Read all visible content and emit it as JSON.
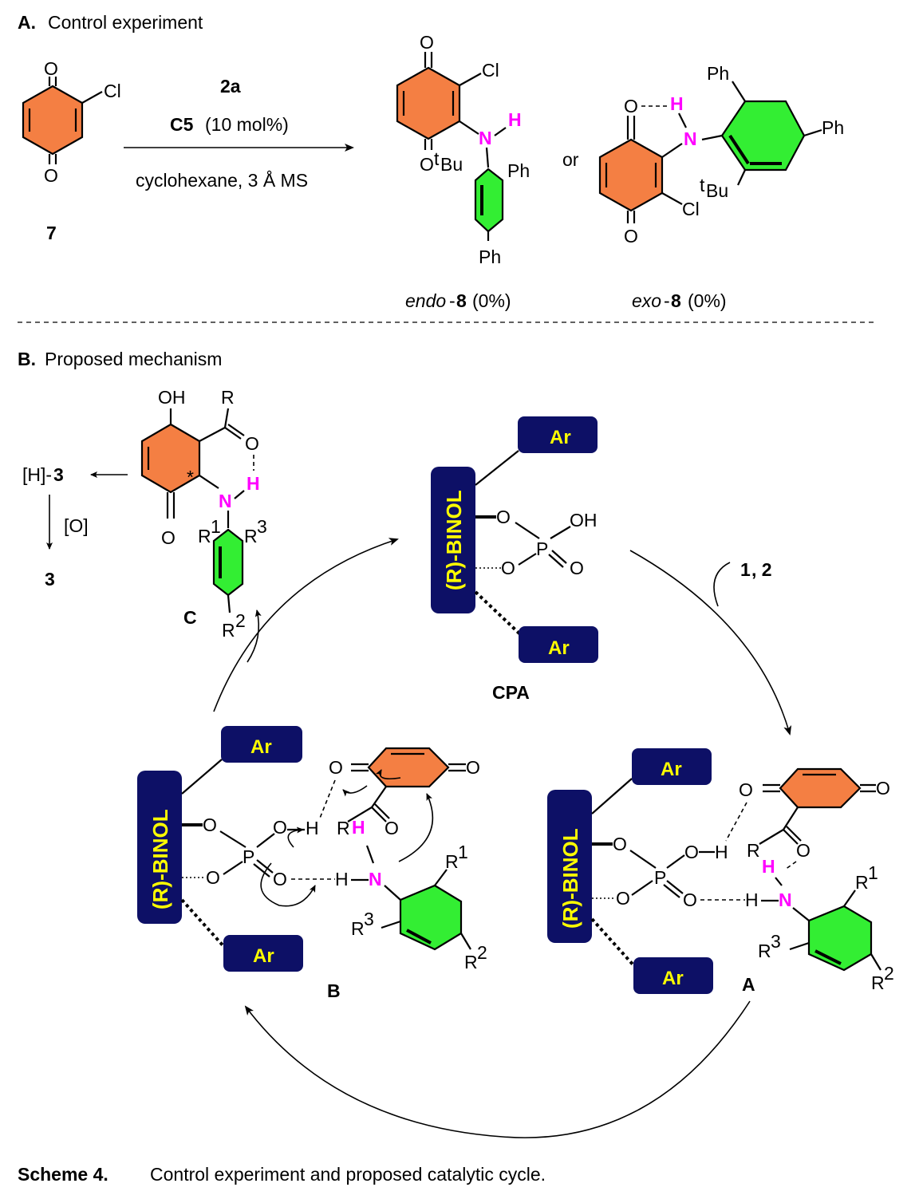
{
  "sectionA": {
    "prefix": "A.",
    "title": "Control experiment",
    "compound7": "7",
    "reagent": "2a",
    "catalyst": "C5",
    "catalyst_loading": "(10 mol%)",
    "conditions": "cyclohexane, 3 Å MS",
    "or": "or",
    "endo_prefix": "endo",
    "endo_num": "8",
    "endo_yield": "(0%)",
    "exo_prefix": "exo",
    "exo_num": "8",
    "exo_yield": "(0%)"
  },
  "sectionB": {
    "prefix": "B.",
    "title": "Proposed mechanism",
    "h3_left": "[H]-",
    "h3_num": "3",
    "oxidation": "[O]",
    "product3": "3",
    "intermediateC": "C",
    "cpa": "CPA",
    "reagents": "1, 2",
    "intermediateA": "A",
    "intermediateB": "B",
    "binol": "(R)-BINOL",
    "ar": "Ar"
  },
  "caption": {
    "prefix": "Scheme 4.",
    "text": "Control experiment and proposed catalytic cycle."
  },
  "colors": {
    "quinone": "#f47f43",
    "aryl": "#33ee33",
    "binol_box": "#0d1066",
    "highlight": "#ff00ff",
    "label_text": "#ffff00"
  }
}
